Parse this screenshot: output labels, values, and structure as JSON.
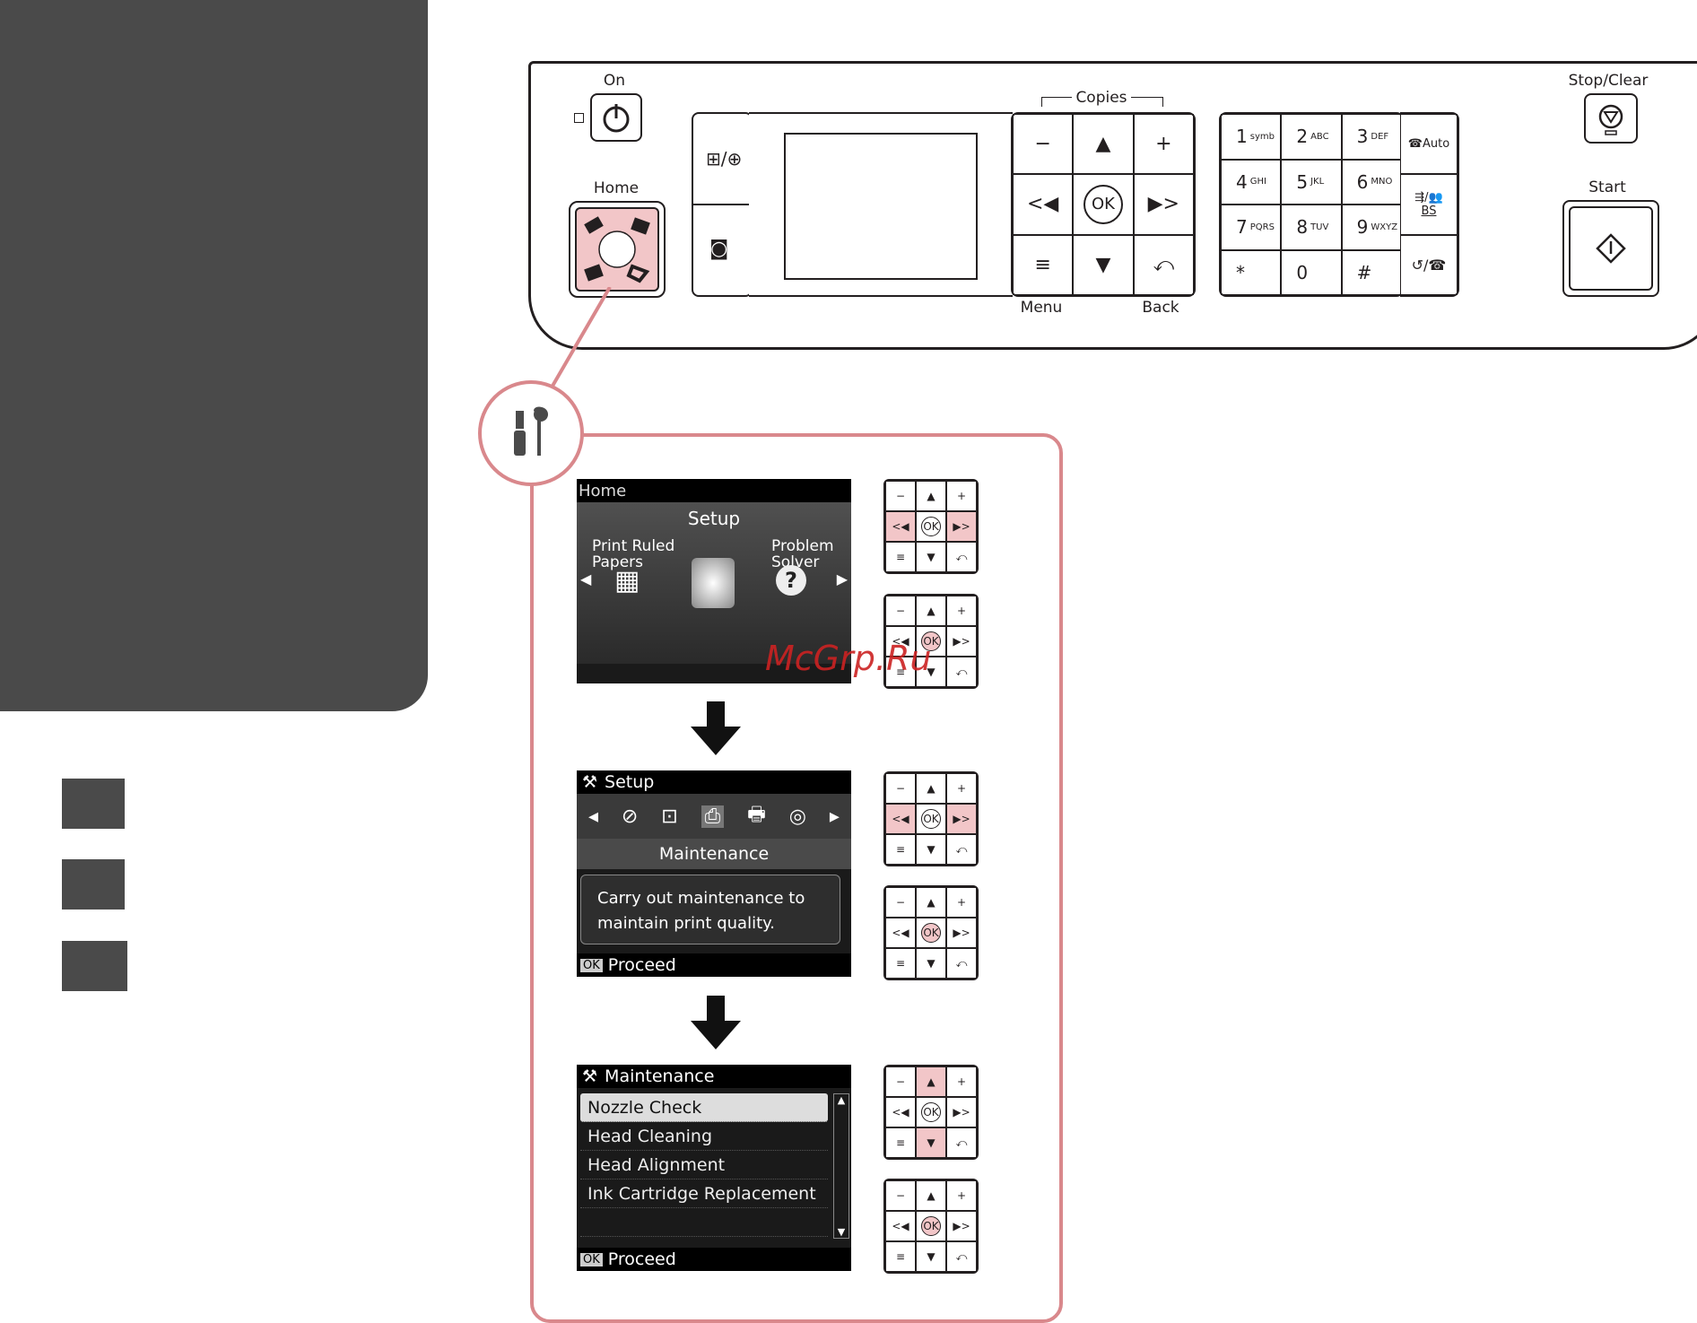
{
  "panel": {
    "on_label": "On",
    "home_label": "Home",
    "stop_label": "Stop/Clear",
    "start_label": "Start",
    "copies_label": "Copies",
    "menu_label": "Menu",
    "back_label": "Back",
    "nav": {
      "minus": "−",
      "plus": "+",
      "up": "▲",
      "ok": "OK",
      "left": "<◀",
      "right": "▶>",
      "down": "▼",
      "menu_icon": "≡",
      "back_icon": "⤺"
    },
    "keypad": [
      {
        "num": "1",
        "sub": "symb"
      },
      {
        "num": "2",
        "sub": "ABC"
      },
      {
        "num": "3",
        "sub": "DEF"
      },
      {
        "num": "4",
        "sub": "GHI"
      },
      {
        "num": "5",
        "sub": "JKL"
      },
      {
        "num": "6",
        "sub": "MNO"
      },
      {
        "num": "7",
        "sub": "PQRS"
      },
      {
        "num": "8",
        "sub": "TUV"
      },
      {
        "num": "9",
        "sub": "WXYZ"
      },
      {
        "num": "*",
        "sub": ""
      },
      {
        "num": "0",
        "sub": ""
      },
      {
        "num": "#",
        "sub": ""
      }
    ],
    "fax_auto": "Auto",
    "fax_bs": "BS"
  },
  "screen1": {
    "header": "Home",
    "title": "Setup",
    "left_item": "Print Ruled Papers",
    "right_item": "Problem Solver"
  },
  "screen2": {
    "header": "Setup",
    "subtitle": "Maintenance",
    "description": "Carry out maintenance to maintain print quality.",
    "ok_badge": "OK",
    "footer": "Proceed"
  },
  "screen3": {
    "header": "Maintenance",
    "items": [
      "Nozzle Check",
      "Head Cleaning",
      "Head Alignment",
      "Ink Cartridge Replacement"
    ],
    "ok_badge": "OK",
    "footer": "Proceed"
  },
  "watermark": "McGrp.Ru",
  "mini_labels": {
    "minus": "−",
    "plus": "+",
    "up": "▲",
    "down": "▼",
    "left": "<◀",
    "right": "▶>",
    "ok": "OK",
    "menu": "≡",
    "back": "⤺"
  },
  "colors": {
    "highlight": "#f2c6c8",
    "frame": "#d9888c",
    "sidebar": "#4a4a4a",
    "watermark": "#cc2222"
  }
}
